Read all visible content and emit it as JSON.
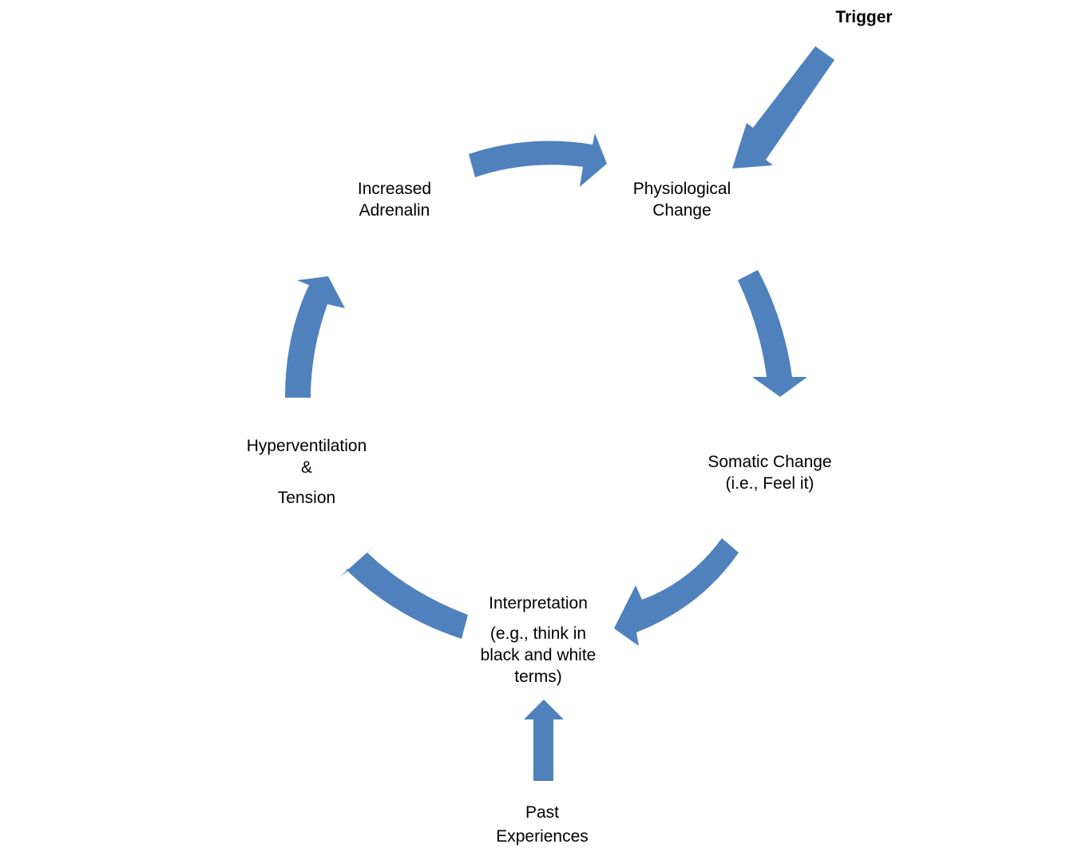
{
  "colors": {
    "arrow_fill": "#4f81bd",
    "text": "#000000",
    "background": "#ffffff"
  },
  "nodes": {
    "trigger": {
      "label": "Trigger"
    },
    "physiological_change": {
      "line1": "Physiological",
      "line2": "Change"
    },
    "increased_adrenalin": {
      "line1": "Increased",
      "line2": "Adrenalin"
    },
    "somatic_change": {
      "line1": "Somatic Change",
      "line2": "(i.e., Feel it)"
    },
    "hyperventilation_tension": {
      "line1": "Hyperventilation",
      "line2": "&",
      "line3": "Tension"
    },
    "interpretation": {
      "line1": "Interpretation",
      "line2": "(e.g., think in",
      "line3": "black and white",
      "line4": "terms)"
    },
    "past_experiences": {
      "line1": "Past",
      "line2": "Experiences"
    }
  },
  "edges": [
    {
      "from": "Trigger",
      "to": "Physiological Change"
    },
    {
      "from": "Physiological Change",
      "to": "Somatic Change"
    },
    {
      "from": "Somatic Change",
      "to": "Interpretation"
    },
    {
      "from": "Interpretation",
      "to": "Hyperventilation & Tension"
    },
    {
      "from": "Hyperventilation & Tension",
      "to": "Increased Adrenalin"
    },
    {
      "from": "Increased Adrenalin",
      "to": "Physiological Change"
    },
    {
      "from": "Past Experiences",
      "to": "Interpretation"
    }
  ]
}
